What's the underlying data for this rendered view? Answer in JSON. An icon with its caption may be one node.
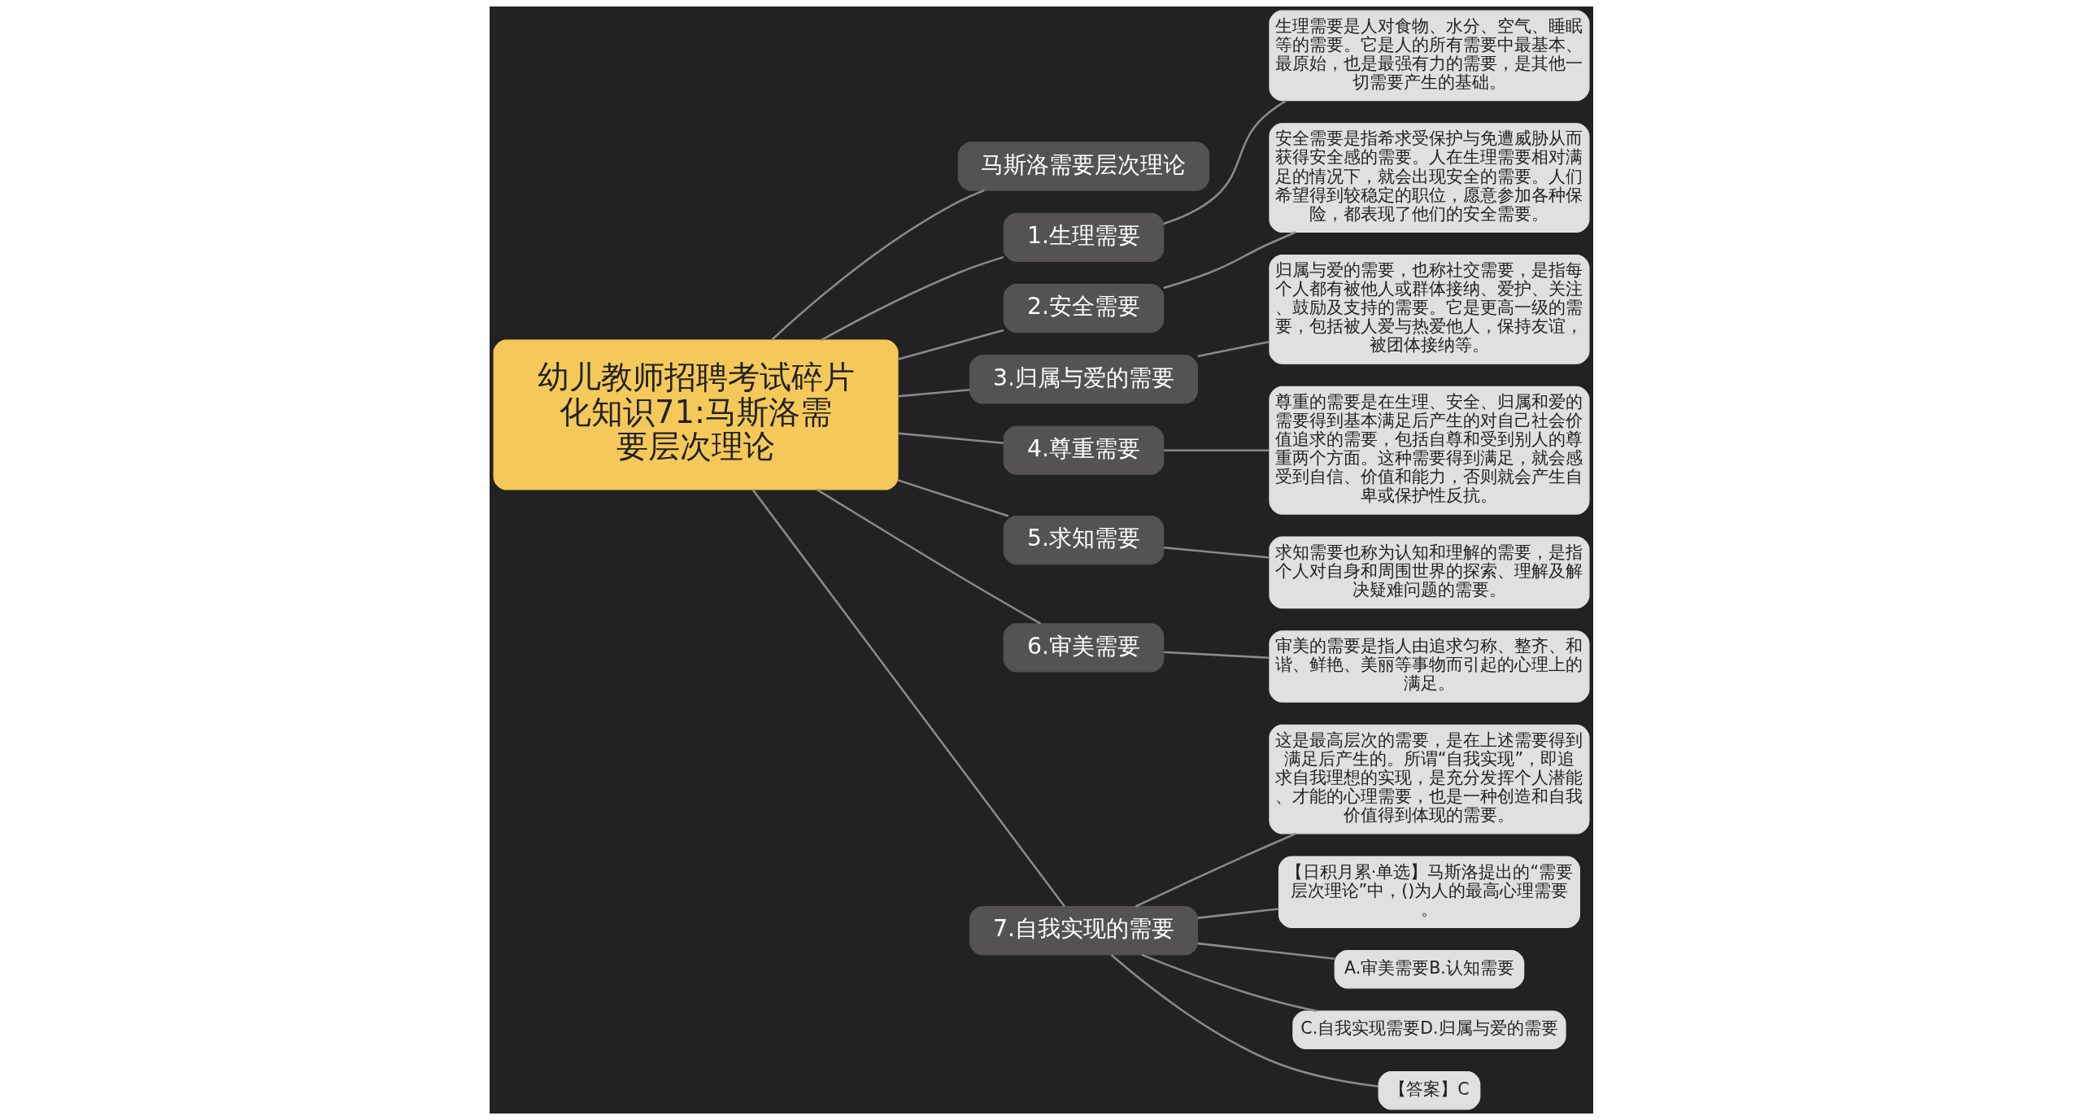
{
  "diagram": {
    "nodes": [
      {
        "text": [
          "幼儿教师招聘考试碎片化知识71:马斯洛需要层次理论"
        ]
      },
      {
        "text": [
          "马斯洛需要层次理论"
        ]
      },
      {
        "text": [
          "1.生理需要"
        ]
      },
      {
        "text": [
          "生理需要是人对食物、水分、空气、睡眠等的需要。它是人的所有需要中最基本、最原始，也是最强有力的需要，是其他一切需要产生的基础。"
        ]
      },
      {
        "text": [
          "2.安全需要"
        ]
      },
      {
        "text": [
          "安全需要是指希求受保护与免遭威胁从而获得安全感的需要。人在生理需要相对满足的情况下，就会出现安全的需要。人们希望得到较稳定的职位，愿意参加各种保险，都表现了他们的安全需要。"
        ]
      },
      {
        "text": [
          "3.归属与爱的需要"
        ]
      },
      {
        "text": [
          "归属与爱的需要，也称社交需要，是指每个人都有被他人或群体接纳、爱护、关注、鼓励及支持的需要。它是更高一级的需要，包括被人爱与热爱他人，保持友谊，被团体接纳等。"
        ]
      },
      {
        "text": [
          "4.尊重需要"
        ]
      },
      {
        "text": [
          "尊重的需要是在生理、安全、归属和爱的需要得到基本满足后产生的对自己社会价值追求的需要，包括自尊和受到别人的尊重两个方面。这种需要得到满足，就会感受到自信、价值和能力，否则就会产生自卑或保护性反抗。"
        ]
      },
      {
        "text": [
          "5.求知需要"
        ]
      },
      {
        "text": [
          "求知需要也称为认知和理解的需要，是指个人对自身和周围世界的探索、理解及解决疑难问题的需要。"
        ]
      },
      {
        "text": [
          "6.审美需要"
        ]
      },
      {
        "text": [
          "审美的需要是指人由追求匀称、整齐、和谐、鲜艳、美丽等事物而引起的心理上的满足。"
        ]
      },
      {
        "text": [
          "7.自我实现的需要"
        ]
      },
      {
        "text": [
          "这是最高层次的需要，是在上述需要得到满足后产生的。所谓“自我实现”，即追求自我理想的实现，是充分发挥个人潜能、才能的心理需要，也是一种创造和自我价值得到体现的需要。"
        ]
      },
      {
        "text": [
          "【日积月累·单选】马斯洛提出的“需要层次理论”中，()为人的最高心理需要。"
        ]
      },
      {
        "text": [
          "A.审美需要B.认知需要"
        ]
      },
      {
        "text": [
          "C.自我实现需要D.归属与爱的需要"
        ]
      },
      {
        "text": [
          "【答案】C"
        ]
      }
    ],
    "edges": [
      {
        "from": 0,
        "to": 1,
        "arrow": "none"
      },
      {
        "from": 0,
        "to": 2,
        "arrow": "none"
      },
      {
        "from": 2,
        "to": 3,
        "arrow": "none"
      },
      {
        "from": 0,
        "to": 4,
        "arrow": "none"
      },
      {
        "from": 4,
        "to": 5,
        "arrow": "none"
      },
      {
        "from": 0,
        "to": 6,
        "arrow": "none"
      },
      {
        "from": 6,
        "to": 7,
        "arrow": "none"
      },
      {
        "from": 0,
        "to": 8,
        "arrow": "none"
      },
      {
        "from": 8,
        "to": 9,
        "arrow": "none"
      },
      {
        "from": 0,
        "to": 10,
        "arrow": "none"
      },
      {
        "from": 10,
        "to": 11,
        "arrow": "none"
      },
      {
        "from": 0,
        "to": 12,
        "arrow": "none"
      },
      {
        "from": 12,
        "to": 13,
        "arrow": "none"
      },
      {
        "from": 0,
        "to": 14,
        "arrow": "none"
      },
      {
        "from": 14,
        "to": 15,
        "arrow": "none"
      },
      {
        "from": 14,
        "to": 16,
        "arrow": "none"
      },
      {
        "from": 14,
        "to": 17,
        "arrow": "none"
      },
      {
        "from": 14,
        "to": 18,
        "arrow": "none"
      },
      {
        "from": 14,
        "to": 19,
        "arrow": "none"
      }
    ]
  }
}
